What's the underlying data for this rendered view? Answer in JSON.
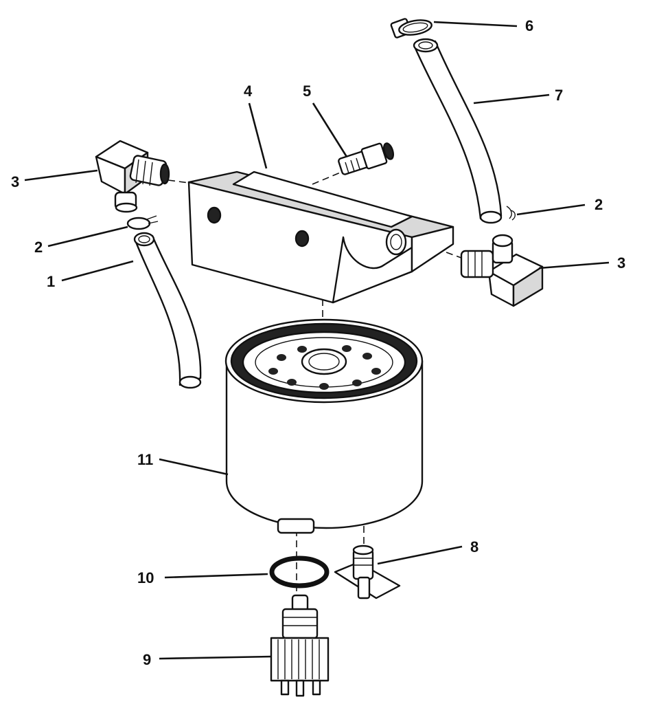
{
  "callouts": [
    {
      "id": "c1",
      "label": "1"
    },
    {
      "id": "c2a",
      "label": "2"
    },
    {
      "id": "c2b",
      "label": "2"
    },
    {
      "id": "c3a",
      "label": "3"
    },
    {
      "id": "c3b",
      "label": "3"
    },
    {
      "id": "c4",
      "label": "4"
    },
    {
      "id": "c5",
      "label": "5"
    },
    {
      "id": "c6",
      "label": "6"
    },
    {
      "id": "c7",
      "label": "7"
    },
    {
      "id": "c8",
      "label": "8"
    },
    {
      "id": "c9",
      "label": "9"
    },
    {
      "id": "c10",
      "label": "10"
    },
    {
      "id": "c11",
      "label": "11"
    }
  ]
}
